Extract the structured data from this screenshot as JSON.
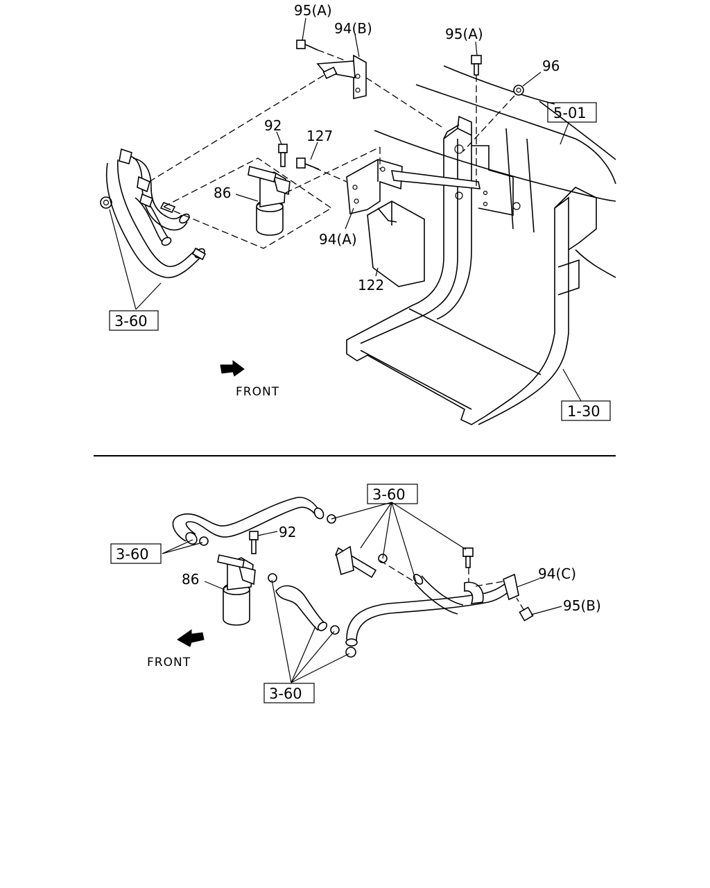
{
  "top_view": {
    "callouts": {
      "p95a_left": "95(A)",
      "p94b": "94(B)",
      "p95a_right": "95(A)",
      "p96": "96",
      "p92": "92",
      "p127": "127",
      "p86": "86",
      "p94a": "94(A)",
      "p122": "122"
    },
    "refs": {
      "r501": "5-01",
      "r360": "3-60",
      "r130": "1-30"
    },
    "front_label": "FRONT"
  },
  "bottom_view": {
    "callouts": {
      "p92": "92",
      "p86": "86",
      "p94c": "94(C)",
      "p95b": "95(B)"
    },
    "refs": {
      "r360_top": "3-60",
      "r360_left": "3-60",
      "r360_bottom": "3-60"
    },
    "front_label": "FRONT"
  }
}
